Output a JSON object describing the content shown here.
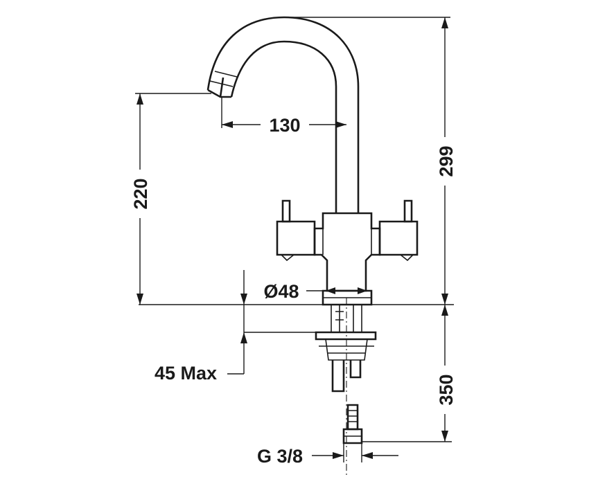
{
  "dimensions": {
    "reach": "130",
    "spout_height": "220",
    "total_height": "299",
    "base_diameter": "Ø48",
    "deck_thickness": "45 Max",
    "hose_length": "350",
    "connection_thread": "G 3/8"
  },
  "colors": {
    "ink": "#1a1a1a",
    "background": "#ffffff"
  }
}
